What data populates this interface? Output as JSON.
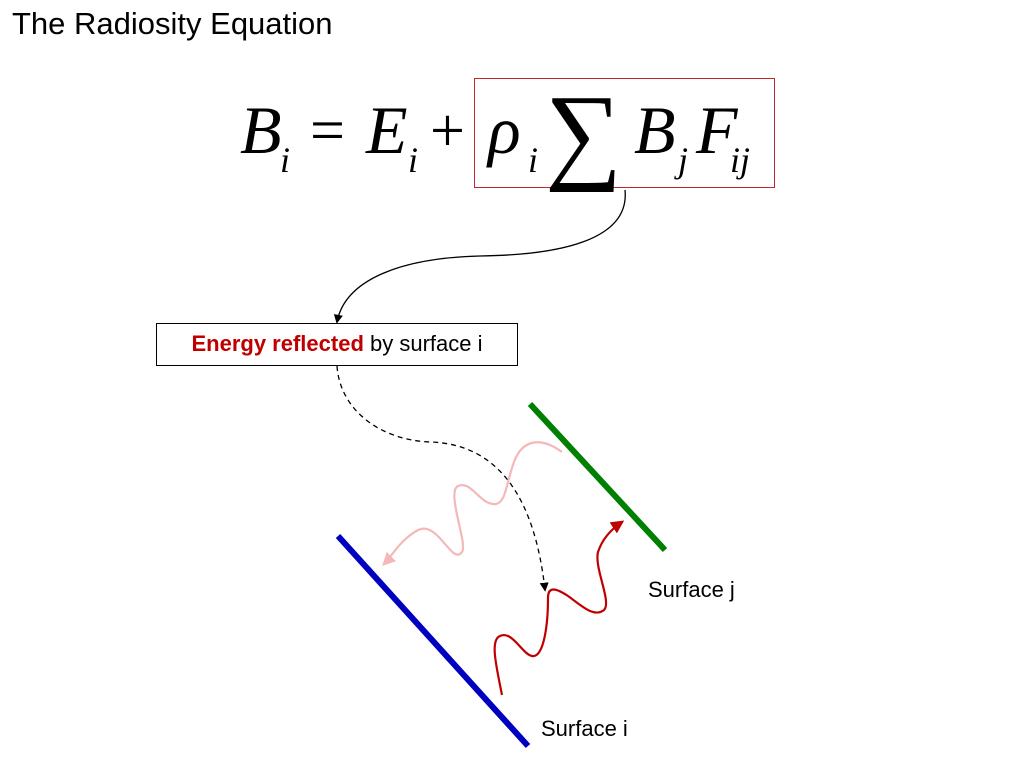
{
  "slide": {
    "title": "The Radiosity Equation"
  },
  "equation": {
    "B": "B",
    "sub_i_1": "i",
    "equals": "=",
    "E": "E",
    "sub_i_2": "i",
    "plus": "+",
    "rho": "ρ",
    "sub_i_3": "i",
    "sum": "∑",
    "B2": "B",
    "sub_j": "j",
    "F": "F",
    "sub_ij": "ij"
  },
  "callout": {
    "emphasis": "Energy reflected",
    "rest": " by surface i"
  },
  "surfaces": {
    "surface_j_label": "Surface j",
    "surface_i_label": "Surface i"
  },
  "colors": {
    "box_border": "#c0282d",
    "emphasis_text": "#c00000",
    "surface_i": "#0000c0",
    "surface_j": "#008000",
    "ray_reflected": "#c00000",
    "ray_incoming": "#f4b8b8"
  }
}
